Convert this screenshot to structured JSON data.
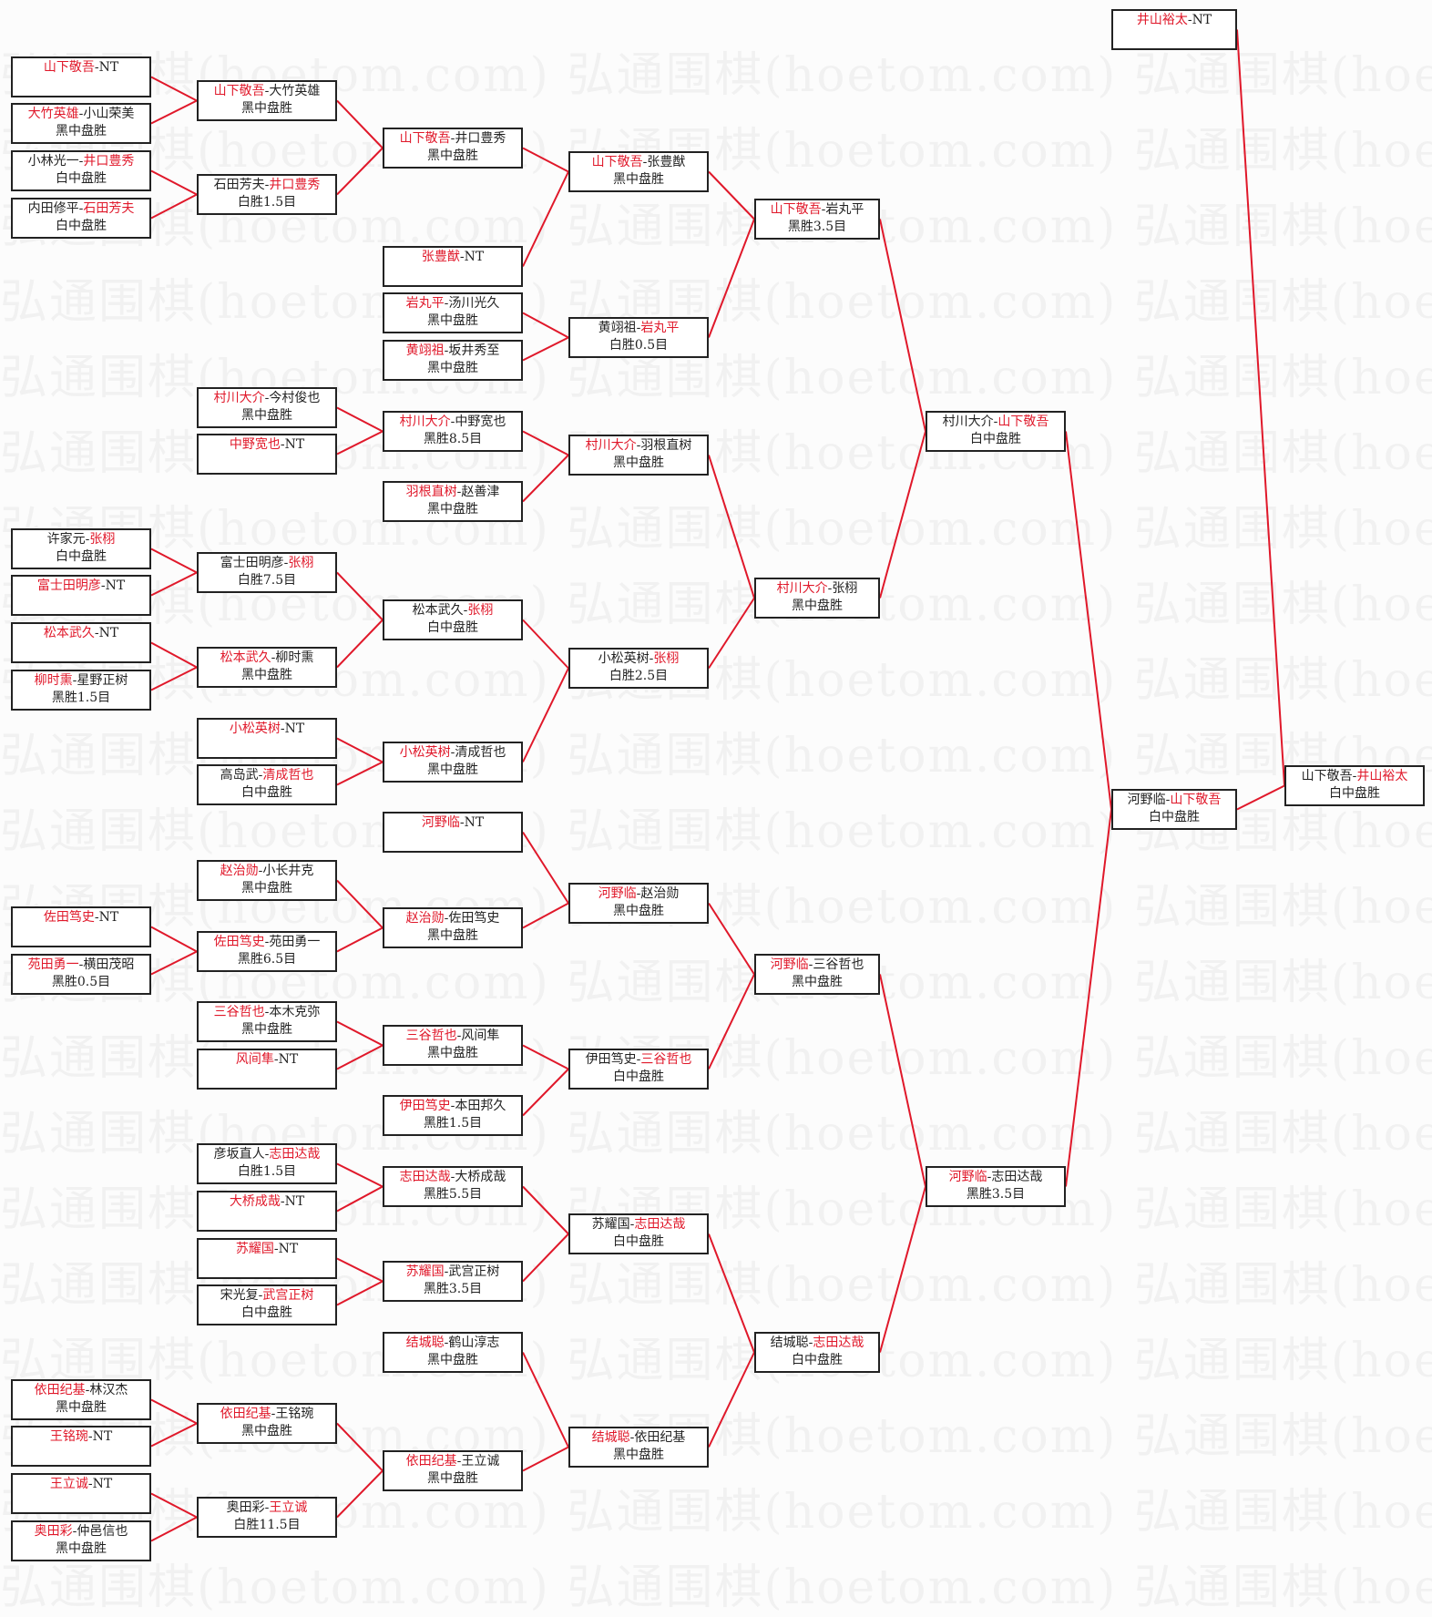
{
  "watermark": "弘通围棋(hoetom.com) 弘通围棋(hoetom.com) 弘通围棋(hoetom.com)",
  "colors": {
    "winner": "#e0182a",
    "line": "#e0182a",
    "border": "#222222"
  },
  "matches": [
    {
      "id": "c1-1",
      "a": "山下敬吾",
      "b": "NT",
      "win": "a",
      "result": ""
    },
    {
      "id": "c1-2",
      "a": "大竹英雄",
      "b": "小山荣美",
      "win": "a",
      "result": "黑中盘胜"
    },
    {
      "id": "c1-3",
      "a": "小林光一",
      "b": "井口豊秀",
      "win": "b",
      "result": "白中盘胜"
    },
    {
      "id": "c1-4",
      "a": "内田修平",
      "b": "石田芳夫",
      "win": "b",
      "result": "白中盘胜"
    },
    {
      "id": "c1-5",
      "a": "许家元",
      "b": "张栩",
      "win": "b",
      "result": "白中盘胜"
    },
    {
      "id": "c1-6",
      "a": "富士田明彦",
      "b": "NT",
      "win": "a",
      "result": ""
    },
    {
      "id": "c1-7",
      "a": "松本武久",
      "b": "NT",
      "win": "a",
      "result": ""
    },
    {
      "id": "c1-8",
      "a": "柳时熏",
      "b": "星野正树",
      "win": "a",
      "result": "黑胜1.5目"
    },
    {
      "id": "c1-9",
      "a": "佐田笃史",
      "b": "NT",
      "win": "a",
      "result": ""
    },
    {
      "id": "c1-10",
      "a": "苑田勇一",
      "b": "横田茂昭",
      "win": "a",
      "result": "黑胜0.5目"
    },
    {
      "id": "c1-11",
      "a": "依田纪基",
      "b": "林汉杰",
      "win": "a",
      "result": "黑中盘胜"
    },
    {
      "id": "c1-12",
      "a": "王铭琬",
      "b": "NT",
      "win": "a",
      "result": ""
    },
    {
      "id": "c1-13",
      "a": "王立诚",
      "b": "NT",
      "win": "a",
      "result": ""
    },
    {
      "id": "c1-14",
      "a": "奥田彩",
      "b": "仲邑信也",
      "win": "a",
      "result": "黑中盘胜"
    },
    {
      "id": "c2-1",
      "a": "山下敬吾",
      "b": "大竹英雄",
      "win": "a",
      "result": "黑中盘胜"
    },
    {
      "id": "c2-2",
      "a": "石田芳夫",
      "b": "井口豊秀",
      "win": "b",
      "result": "白胜1.5目"
    },
    {
      "id": "c2-3",
      "a": "村川大介",
      "b": "今村俊也",
      "win": "a",
      "result": "黑中盘胜"
    },
    {
      "id": "c2-4",
      "a": "中野宽也",
      "b": "NT",
      "win": "a",
      "result": ""
    },
    {
      "id": "c2-5",
      "a": "富士田明彦",
      "b": "张栩",
      "win": "b",
      "result": "白胜7.5目"
    },
    {
      "id": "c2-6",
      "a": "松本武久",
      "b": "柳时熏",
      "win": "a",
      "result": "黑中盘胜"
    },
    {
      "id": "c2-7",
      "a": "小松英树",
      "b": "NT",
      "win": "a",
      "result": ""
    },
    {
      "id": "c2-8",
      "a": "高岛武",
      "b": "清成哲也",
      "win": "b",
      "result": "白中盘胜"
    },
    {
      "id": "c2-9",
      "a": "赵治勋",
      "b": "小长井克",
      "win": "a",
      "result": "黑中盘胜"
    },
    {
      "id": "c2-10",
      "a": "佐田笃史",
      "b": "苑田勇一",
      "win": "a",
      "result": "黑胜6.5目"
    },
    {
      "id": "c2-11",
      "a": "三谷哲也",
      "b": "本木克弥",
      "win": "a",
      "result": "黑中盘胜"
    },
    {
      "id": "c2-12",
      "a": "风间隼",
      "b": "NT",
      "win": "a",
      "result": ""
    },
    {
      "id": "c2-13",
      "a": "彦坂直人",
      "b": "志田达哉",
      "win": "b",
      "result": "白胜1.5目"
    },
    {
      "id": "c2-14",
      "a": "大桥成哉",
      "b": "NT",
      "win": "a",
      "result": ""
    },
    {
      "id": "c2-15",
      "a": "苏耀国",
      "b": "NT",
      "win": "a",
      "result": ""
    },
    {
      "id": "c2-16",
      "a": "宋光复",
      "b": "武宫正树",
      "win": "b",
      "result": "白中盘胜"
    },
    {
      "id": "c2-17",
      "a": "依田纪基",
      "b": "王铭琬",
      "win": "a",
      "result": "黑中盘胜"
    },
    {
      "id": "c2-18",
      "a": "奥田彩",
      "b": "王立诚",
      "win": "b",
      "result": "白胜11.5目"
    },
    {
      "id": "c3-1",
      "a": "山下敬吾",
      "b": "井口豊秀",
      "win": "a",
      "result": "黑中盘胜"
    },
    {
      "id": "c3-2",
      "a": "张豊猷",
      "b": "NT",
      "win": "a",
      "result": ""
    },
    {
      "id": "c3-3",
      "a": "岩丸平",
      "b": "汤川光久",
      "win": "a",
      "result": "黑中盘胜"
    },
    {
      "id": "c3-4",
      "a": "黄翊祖",
      "b": "坂井秀至",
      "win": "a",
      "result": "黑中盘胜"
    },
    {
      "id": "c3-5",
      "a": "村川大介",
      "b": "中野宽也",
      "win": "a",
      "result": "黑胜8.5目"
    },
    {
      "id": "c3-6",
      "a": "羽根直树",
      "b": "赵善津",
      "win": "a",
      "result": "黑中盘胜"
    },
    {
      "id": "c3-7",
      "a": "松本武久",
      "b": "张栩",
      "win": "b",
      "result": "白中盘胜"
    },
    {
      "id": "c3-8",
      "a": "小松英树",
      "b": "清成哲也",
      "win": "a",
      "result": "黑中盘胜"
    },
    {
      "id": "c3-9",
      "a": "河野临",
      "b": "NT",
      "win": "a",
      "result": ""
    },
    {
      "id": "c3-10",
      "a": "赵治勋",
      "b": "佐田笃史",
      "win": "a",
      "result": "黑中盘胜"
    },
    {
      "id": "c3-11",
      "a": "三谷哲也",
      "b": "风间隼",
      "win": "a",
      "result": "黑中盘胜"
    },
    {
      "id": "c3-12",
      "a": "伊田笃史",
      "b": "本田邦久",
      "win": "a",
      "result": "黑胜1.5目"
    },
    {
      "id": "c3-13",
      "a": "志田达哉",
      "b": "大桥成哉",
      "win": "a",
      "result": "黑胜5.5目"
    },
    {
      "id": "c3-14",
      "a": "苏耀国",
      "b": "武宫正树",
      "win": "a",
      "result": "黑胜3.5目"
    },
    {
      "id": "c3-15",
      "a": "结城聪",
      "b": "鹤山淳志",
      "win": "a",
      "result": "黑中盘胜"
    },
    {
      "id": "c3-16",
      "a": "依田纪基",
      "b": "王立诚",
      "win": "a",
      "result": "黑中盘胜"
    },
    {
      "id": "c4-1",
      "a": "山下敬吾",
      "b": "张豊猷",
      "win": "a",
      "result": "黑中盘胜"
    },
    {
      "id": "c4-2",
      "a": "黄翊祖",
      "b": "岩丸平",
      "win": "b",
      "result": "白胜0.5目"
    },
    {
      "id": "c4-3",
      "a": "村川大介",
      "b": "羽根直树",
      "win": "a",
      "result": "黑中盘胜"
    },
    {
      "id": "c4-4",
      "a": "小松英树",
      "b": "张栩",
      "win": "b",
      "result": "白胜2.5目"
    },
    {
      "id": "c4-5",
      "a": "河野临",
      "b": "赵治勋",
      "win": "a",
      "result": "黑中盘胜"
    },
    {
      "id": "c4-6",
      "a": "伊田笃史",
      "b": "三谷哲也",
      "win": "b",
      "result": "白中盘胜"
    },
    {
      "id": "c4-7",
      "a": "苏耀国",
      "b": "志田达哉",
      "win": "b",
      "result": "白中盘胜"
    },
    {
      "id": "c4-8",
      "a": "结城聪",
      "b": "依田纪基",
      "win": "a",
      "result": "黑中盘胜"
    },
    {
      "id": "c5-1",
      "a": "山下敬吾",
      "b": "岩丸平",
      "win": "a",
      "result": "黑胜3.5目"
    },
    {
      "id": "c5-2",
      "a": "村川大介",
      "b": "张栩",
      "win": "a",
      "result": "黑中盘胜"
    },
    {
      "id": "c5-3",
      "a": "河野临",
      "b": "三谷哲也",
      "win": "a",
      "result": "黑中盘胜"
    },
    {
      "id": "c5-4",
      "a": "结城聪",
      "b": "志田达哉",
      "win": "b",
      "result": "白中盘胜"
    },
    {
      "id": "c6-1",
      "a": "村川大介",
      "b": "山下敬吾",
      "win": "b",
      "result": "白中盘胜"
    },
    {
      "id": "c6-2",
      "a": "河野临",
      "b": "志田达哉",
      "win": "a",
      "result": "黑胜3.5目"
    },
    {
      "id": "c7-0",
      "a": "井山裕太",
      "b": "NT",
      "win": "a",
      "result": ""
    },
    {
      "id": "c7-1",
      "a": "河野临",
      "b": "山下敬吾",
      "win": "b",
      "result": "白中盘胜"
    },
    {
      "id": "c8-1",
      "a": "山下敬吾",
      "b": "井山裕太",
      "win": "b",
      "result": "白中盘胜"
    }
  ]
}
